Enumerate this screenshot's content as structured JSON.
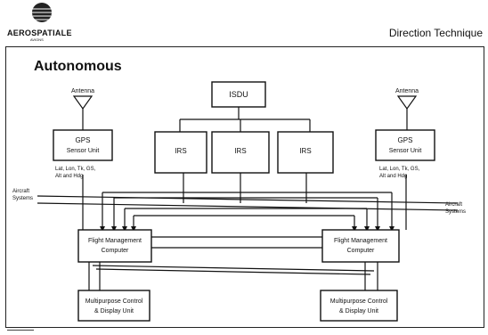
{
  "header": {
    "brand": "AEROSPATIALE",
    "brand_sub": "AVIONS",
    "department": "Direction Technique"
  },
  "slide": {
    "title": "Autonomous"
  },
  "diagram": {
    "isdu": "ISDU",
    "irs": [
      "IRS",
      "IRS",
      "IRS"
    ],
    "antenna_left": "Antenna",
    "antenna_right": "Antenna",
    "gps_left": [
      "GPS",
      "Sensor Unit"
    ],
    "gps_right": [
      "GPS",
      "Sensor Unit"
    ],
    "gps_left_outputs": [
      "Lat, Lon, Tk, GS,",
      "Alt and Hdg"
    ],
    "gps_right_outputs": [
      "Lat, Lon, Tk, GS,",
      "Alt and Hdg"
    ],
    "aircraft_left": [
      "Aircraft",
      "Systems"
    ],
    "aircraft_right": [
      "Aircraft",
      "Systems"
    ],
    "fmc_left": [
      "Flight Management",
      "Computer"
    ],
    "fmc_right": [
      "Flight Management",
      "Computer"
    ],
    "mcdu_left": [
      "Multipurpose Control",
      "& Display Unit"
    ],
    "mcdu_right": [
      "Multipurpose Control",
      "& Display Unit"
    ]
  }
}
